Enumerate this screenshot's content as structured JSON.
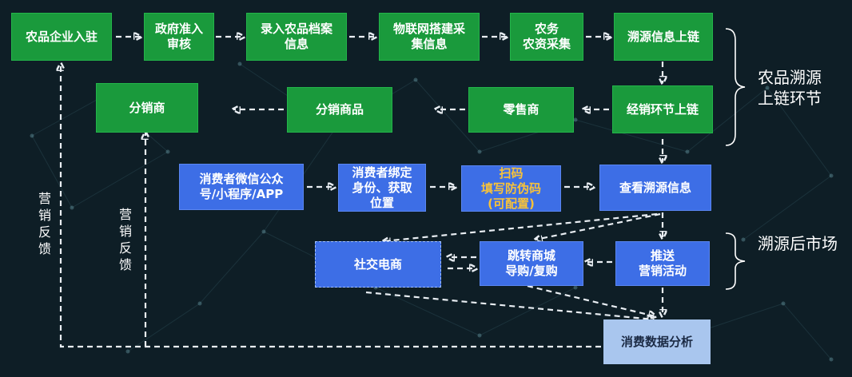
{
  "diagram": {
    "top_row": {
      "enterprise_onboarding": "农品企业入驻",
      "government_approval": "政府准入\n审核",
      "archive_entry": "录入农品档案\n信息",
      "iot_collection": "物联网搭建采\n集信息",
      "agri_collection": "农务\n农资采集",
      "traceability_chain": "溯源信息上链"
    },
    "distribution_row": {
      "distributor": "分销商",
      "distributed_goods": "分销商品",
      "retailer": "零售商",
      "distribution_chain": "经销环节上链"
    },
    "consumer_row": {
      "consumer_channels": "消费者微信公众\n号/小程序/APP",
      "consumer_binding": "消费者绑定\n身份、获取\n位置",
      "scan_line1": "扫码",
      "scan_line2": "填写防伪码",
      "scan_line3": "(可配置)",
      "view_traceability": "查看溯源信息"
    },
    "market_row": {
      "social_ecommerce": "社交电商",
      "redirect_mall": "跳转商城\n导购/复购",
      "push_marketing": "推送\n营销活动",
      "consumption_analysis": "消费数据分析"
    },
    "feedback_labels": {
      "left": "营销反馈",
      "right": "营销反馈"
    },
    "group_labels": {
      "upper": "农品溯源\n上链环节",
      "lower": "溯源后市场"
    }
  }
}
